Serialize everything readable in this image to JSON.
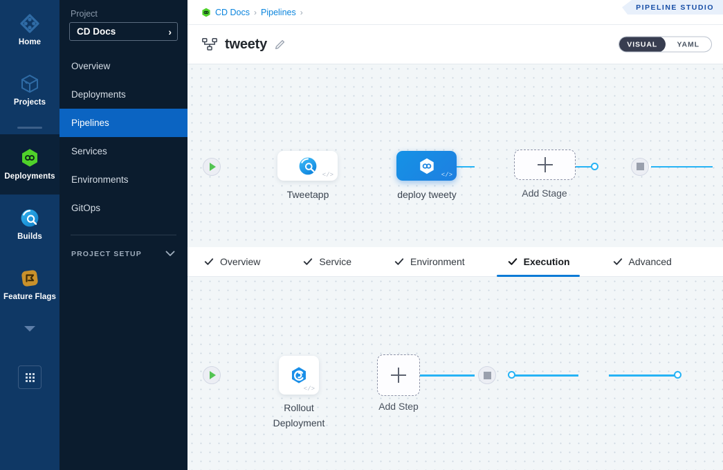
{
  "rail": {
    "items": [
      {
        "label": "Home",
        "icon": "home-diamond-icon",
        "active": false
      },
      {
        "label": "Projects",
        "icon": "cube-icon",
        "active": false
      },
      {
        "label": "Deployments",
        "icon": "deployments-hexagon-icon",
        "active": true
      },
      {
        "label": "Builds",
        "icon": "builds-circle-icon",
        "active": false
      },
      {
        "label": "Feature Flags",
        "icon": "feature-flags-icon",
        "active": false
      }
    ],
    "expand_caret": "chevron-down-icon",
    "grid_button": "app-grid-icon"
  },
  "sidebar": {
    "caption": "Project",
    "project_name": "CD Docs",
    "project_chevron": "›",
    "items": [
      {
        "label": "Overview",
        "active": false
      },
      {
        "label": "Deployments",
        "active": false
      },
      {
        "label": "Pipelines",
        "active": true
      },
      {
        "label": "Services",
        "active": false
      },
      {
        "label": "Environments",
        "active": false
      },
      {
        "label": "GitOps",
        "active": false
      }
    ],
    "setup_label": "PROJECT SETUP"
  },
  "header": {
    "breadcrumbs": [
      {
        "label": "CD Docs",
        "link": true
      },
      {
        "label": "Pipelines",
        "link": true
      }
    ],
    "breadcrumb_separator": "›",
    "studio_badge": "PIPELINE STUDIO",
    "pipeline_title": "tweety",
    "edit_icon": "pencil-icon",
    "pipeline_icon": "pipeline-hierarchy-icon",
    "mode_toggle": {
      "options": [
        {
          "label": "VISUAL",
          "active": true
        },
        {
          "label": "YAML",
          "active": false
        }
      ]
    }
  },
  "stage_canvas": {
    "start_node": "start-play-icon",
    "end_node": "stop-square-icon",
    "stages": [
      {
        "name": "Tweetapp",
        "type": "ci",
        "selected": false,
        "icon": "builds-circle-icon",
        "code_tag": "</>"
      },
      {
        "name": "deploy tweety",
        "type": "cd",
        "selected": true,
        "icon": "deployments-hexagon-icon",
        "code_tag": "</>"
      }
    ],
    "add_stage_label": "Add Stage"
  },
  "tabs": [
    {
      "label": "Overview",
      "checked": true,
      "active": false
    },
    {
      "label": "Service",
      "checked": true,
      "active": false
    },
    {
      "label": "Environment",
      "checked": true,
      "active": false
    },
    {
      "label": "Execution",
      "checked": true,
      "active": true
    },
    {
      "label": "Advanced",
      "checked": true,
      "active": false
    }
  ],
  "step_canvas": {
    "start_node": "start-play-icon",
    "end_node": "stop-square-icon",
    "steps": [
      {
        "name": "Rollout Deployment",
        "icon": "k8s-rollout-icon",
        "code_tag": "</>"
      }
    ],
    "add_step_label": "Add Step"
  },
  "colors": {
    "accent_blue": "#0b64c2",
    "link_blue": "#0a84dd",
    "connector_blue": "#26b3f5",
    "deployments_green": "#4fd22a",
    "rail_bg": "#0f3865",
    "sidebar_bg": "#0b1c2e",
    "canvas_bg": "#f2f6f8"
  }
}
